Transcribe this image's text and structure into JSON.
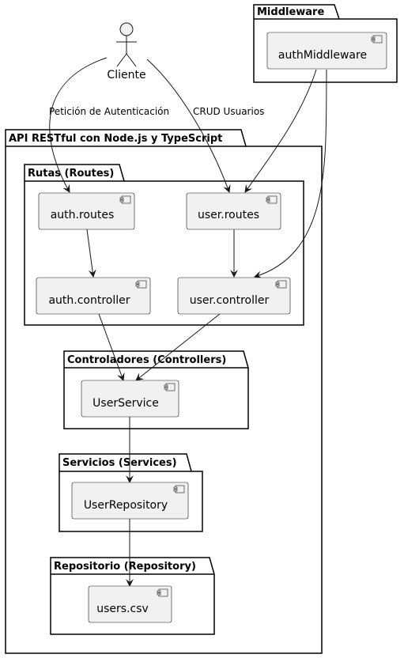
{
  "actor": {
    "label": "Cliente"
  },
  "packages": {
    "middleware": "Middleware",
    "api": "API RESTful con Node.js y TypeScript",
    "routes": "Rutas (Routes)",
    "controllers": "Controladores (Controllers)",
    "services": "Servicios (Services)",
    "repository": "Repositorio (Repository)"
  },
  "components": {
    "auth_middleware": "authMiddleware",
    "auth_routes": "auth.routes",
    "user_routes": "user.routes",
    "auth_controller": "auth.controller",
    "user_controller": "user.controller",
    "user_service": "UserService",
    "user_repository": "UserRepository",
    "users_csv": "users.csv"
  },
  "edges": {
    "auth_request": "Petición de Autenticación",
    "crud_users": "CRUD Usuarios"
  }
}
